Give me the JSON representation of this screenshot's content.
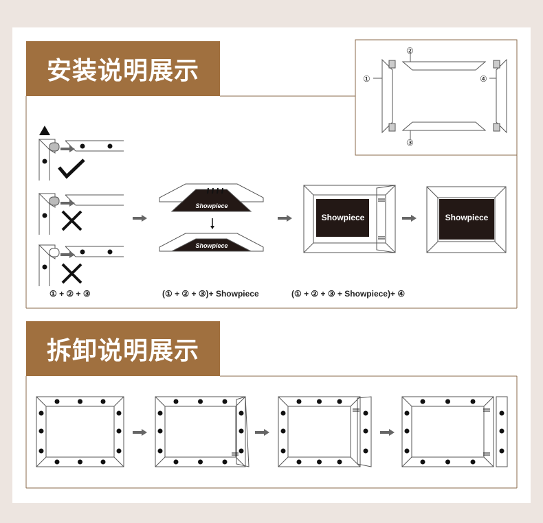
{
  "install": {
    "title": "安装说明展示",
    "labels": {
      "n1": "①",
      "n2": "②",
      "n3": "③",
      "n4": "④"
    },
    "step1_caption": "① + ② + ③",
    "step2_caption": "(① + ② + ③)+ Showpiece",
    "step3_caption": "(① + ② + ③ + Showpiece)+ ④",
    "showpiece": "Showpiece"
  },
  "remove": {
    "title": "拆卸说明展示"
  },
  "colors": {
    "accent": "#a0703f",
    "line": "#8a6a48",
    "stroke": "#555555",
    "artwork": "#231815",
    "arrow": "#666666"
  }
}
